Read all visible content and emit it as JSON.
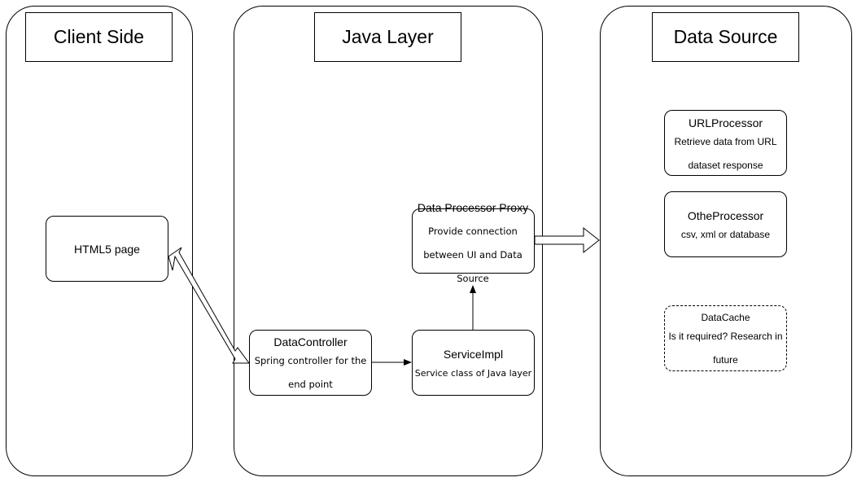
{
  "lanes": {
    "client": {
      "title": "Client Side"
    },
    "java": {
      "title": "Java Layer"
    },
    "data": {
      "title": "Data Source"
    }
  },
  "nodes": {
    "html5_page": {
      "title": "HTML5 page"
    },
    "data_controller": {
      "title": "DataController",
      "description": "Spring controller for the end point"
    },
    "service_impl": {
      "title": "ServiceImpl",
      "description": "Service class of Java layer"
    },
    "data_processor_proxy": {
      "title": "Data Processor Proxy",
      "description": "Provide connection between UI and Data Source"
    },
    "url_processor": {
      "title": "URLProcessor",
      "description": "Retrieve data from URL dataset response"
    },
    "othe_processor": {
      "title": "OtheProcessor",
      "description": "csv, xml or database"
    },
    "data_cache": {
      "title": "DataCache",
      "description": "Is it required? Research in future"
    }
  }
}
